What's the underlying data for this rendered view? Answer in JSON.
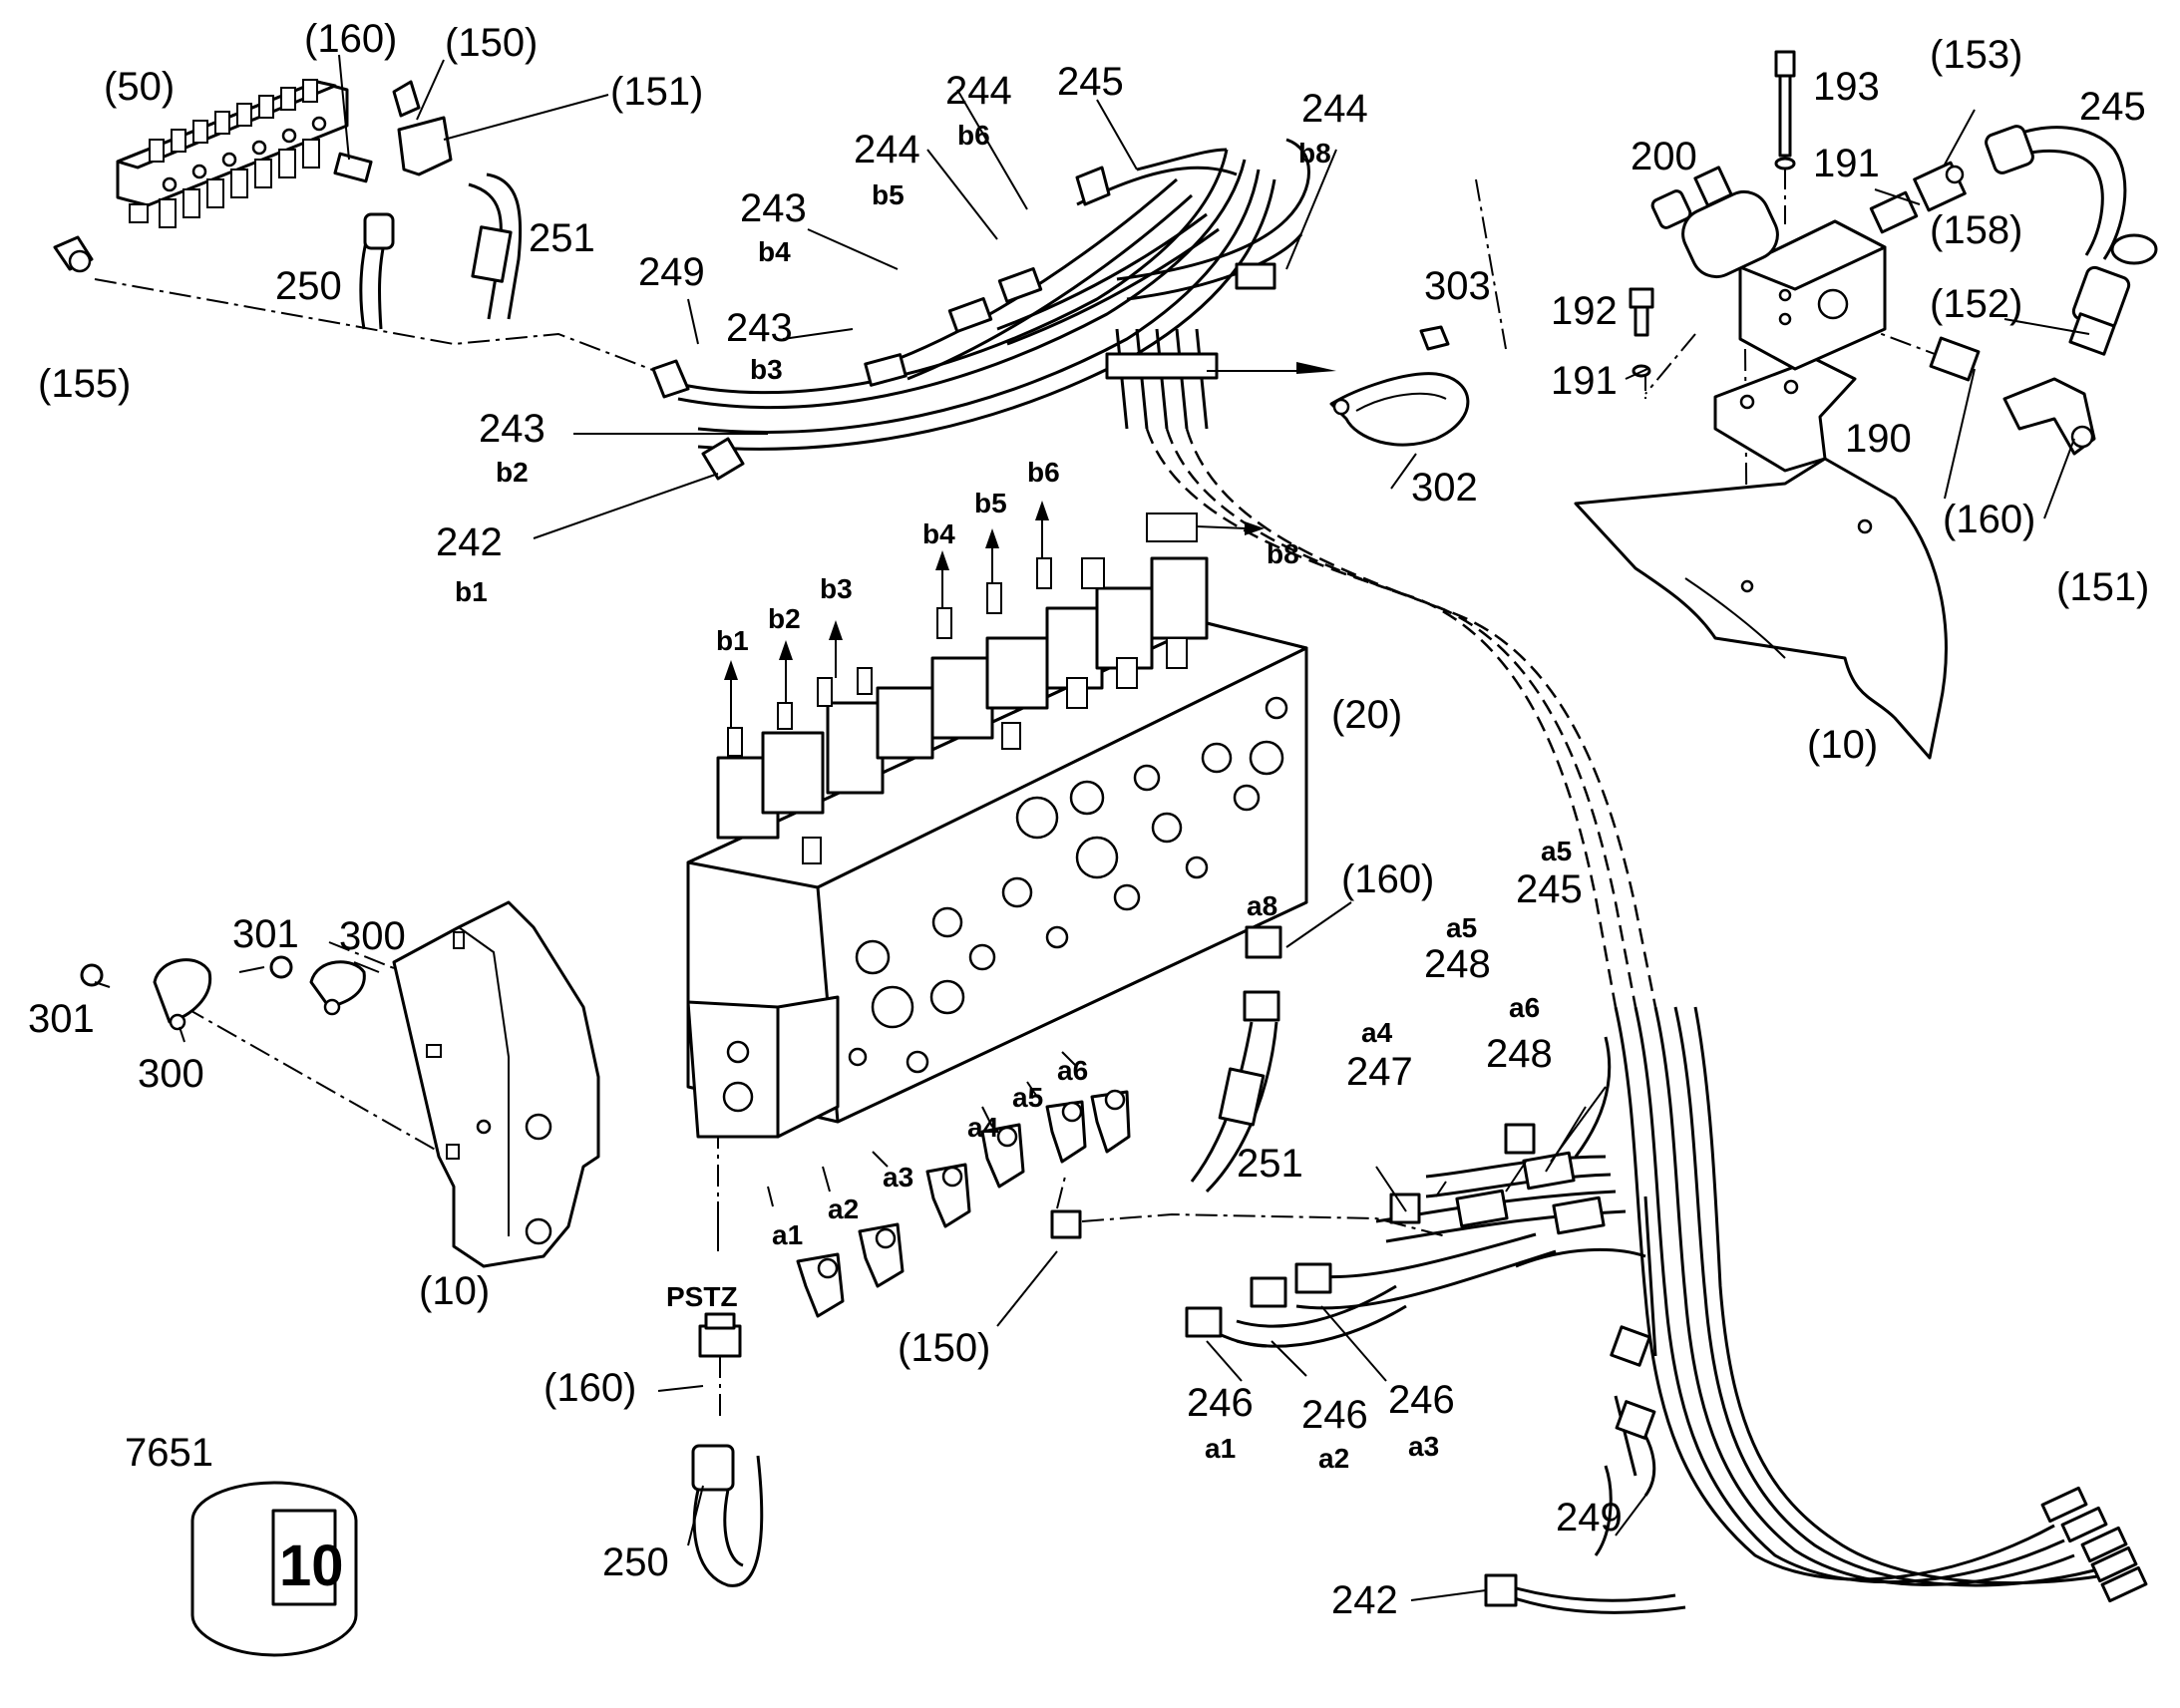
{
  "callouts": {
    "c50": "(50)",
    "c160a": "(160)",
    "c150a": "(150)",
    "c151a": "(151)",
    "c155": "(155)",
    "c250a": "250",
    "c251a": "251",
    "c244b6": "244",
    "c244b8": "244",
    "c245a": "245",
    "c244b5": "244",
    "c243b4": "243",
    "c249a": "249",
    "c243b3": "243",
    "c243b2": "243",
    "c242b1": "242",
    "c303": "303",
    "c302": "302",
    "c193": "193",
    "c153": "(153)",
    "c245b": "245",
    "c200": "200",
    "c191a": "191",
    "c158": "(158)",
    "c192": "192",
    "c152": "(152)",
    "c191b": "191",
    "c190": "190",
    "c160b": "(160)",
    "c151b": "(151)",
    "c10a": "(10)",
    "c20": "(20)",
    "c160c": "(160)",
    "c245c": "245",
    "c248a": "248",
    "c247": "247",
    "c248b": "248",
    "c251b": "251",
    "c301a": "301",
    "c300a": "300",
    "c301b": "301",
    "c300b": "300",
    "c10b": "(10)",
    "c150b": "(150)",
    "c160d": "(160)",
    "c250b": "250",
    "c7651": "7651",
    "c246a1": "246",
    "c246a2": "246",
    "c246a3": "246",
    "c249b": "249",
    "c242b": "242"
  },
  "codes": {
    "b6": "b6",
    "b8": "b8",
    "b5": "b5",
    "b4": "b4",
    "b3": "b3",
    "b2": "b2",
    "b1": "b1",
    "vb1": "b1",
    "vb2": "b2",
    "vb3": "b3",
    "vb4": "b4",
    "vb5": "b5",
    "vb6": "b6",
    "vb8": "b8",
    "va8": "a8",
    "a5top": "a5",
    "a5mid": "a5",
    "a4mid": "a4",
    "a6mid": "a6",
    "va1": "a1",
    "va2": "a2",
    "va3": "a3",
    "va4": "a4",
    "va5": "a5",
    "va6": "a6",
    "pstz": "PSTZ",
    "ha1": "a1",
    "ha2": "a2",
    "ha3": "a3"
  },
  "tag_badge": "10"
}
